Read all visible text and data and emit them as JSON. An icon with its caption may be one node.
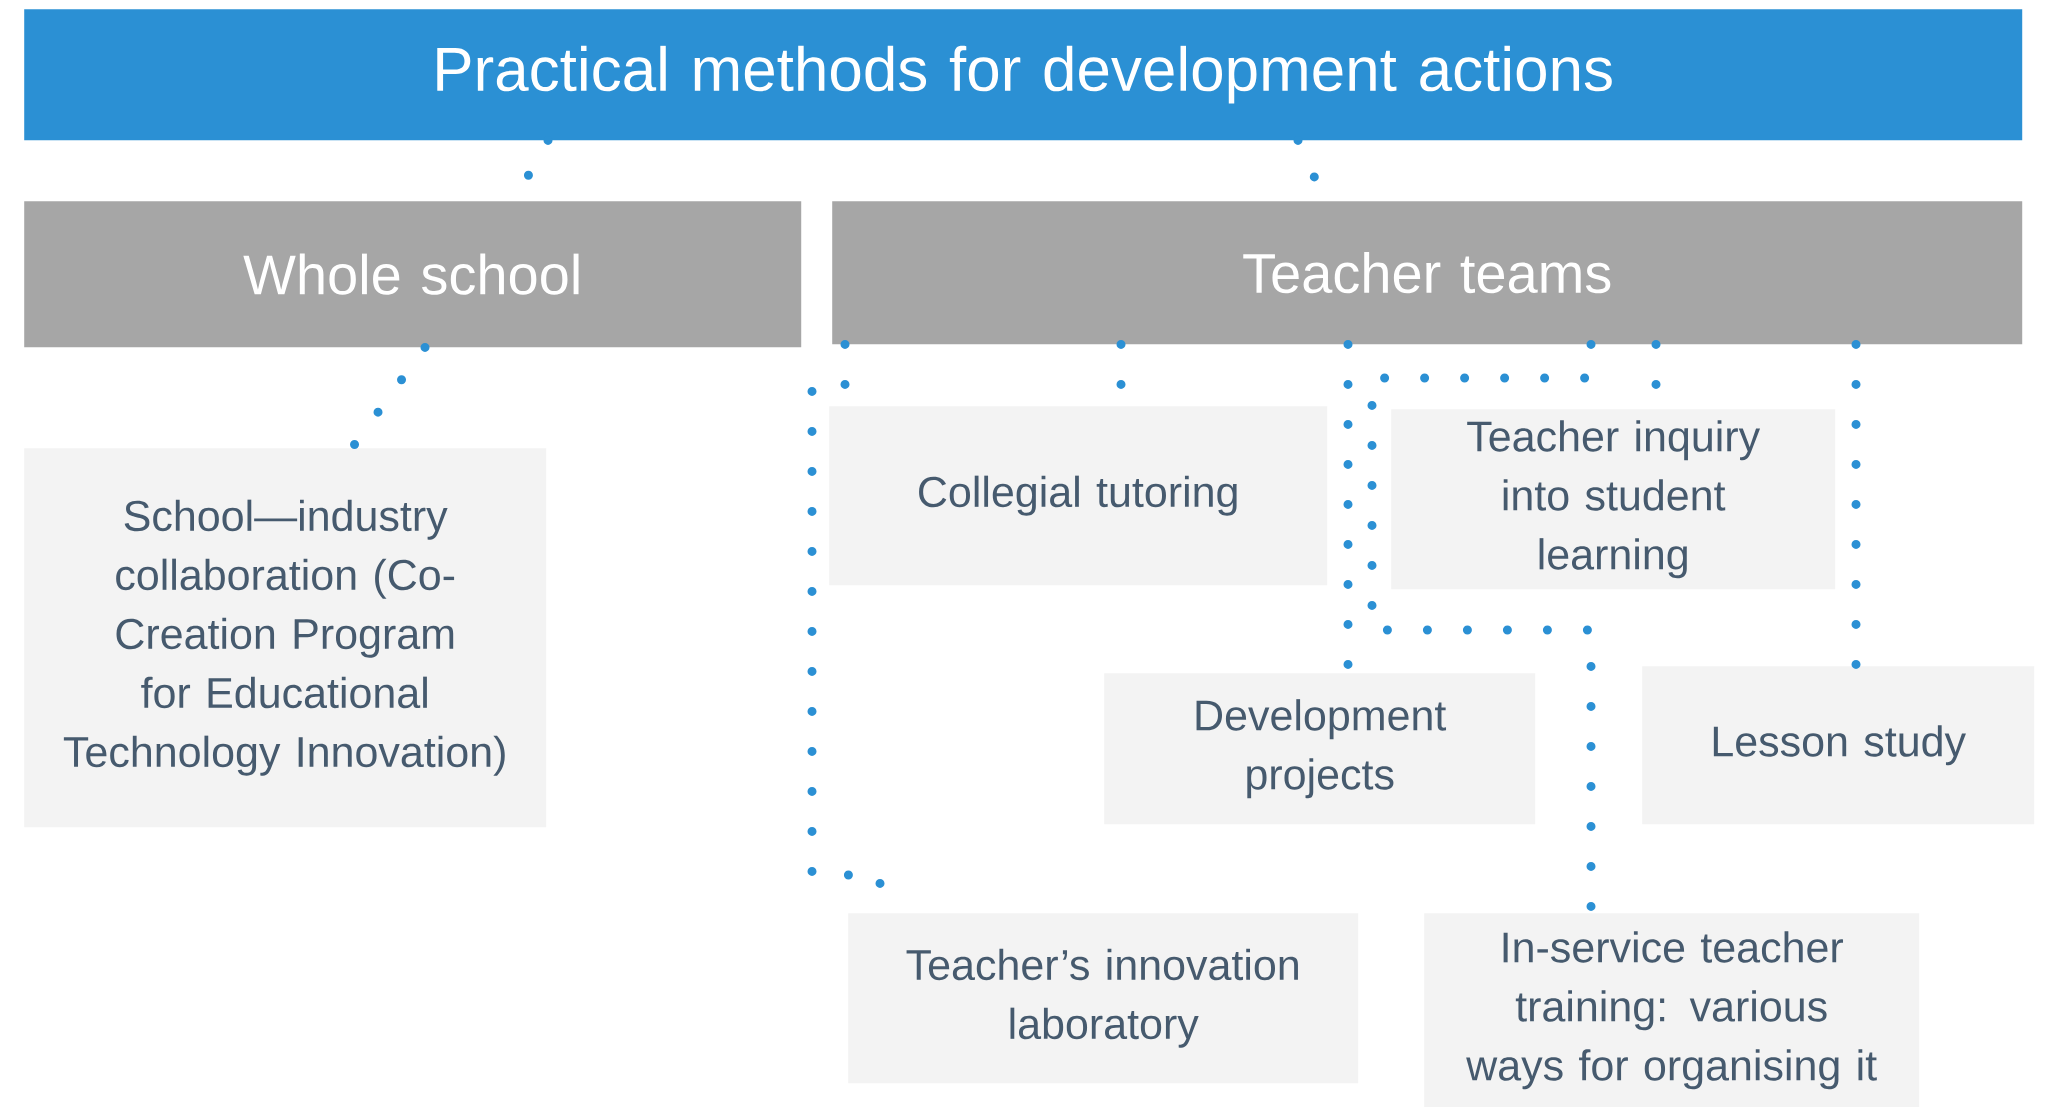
{
  "diagram": {
    "nodes": [
      {
        "text": [
          "Practical methods for development actions"
        ]
      },
      {
        "text": [
          "Whole school"
        ]
      },
      {
        "text": [
          "Teacher teams"
        ]
      },
      {
        "text": [
          "School—industry collaboration (Co-Creation Program for Educational Technology Innovation)"
        ]
      },
      {
        "text": [
          "Collegial tutoring"
        ]
      },
      {
        "text": [
          "Teacher inquiry into student learning"
        ]
      },
      {
        "text": [
          "Development projects"
        ]
      },
      {
        "text": [
          "Lesson study"
        ]
      },
      {
        "text": [
          "Teacher’s innovation laboratory"
        ]
      },
      {
        "text": [
          "In-service teacher training: various ways for organising it"
        ]
      }
    ],
    "edges": [
      {
        "from": 0,
        "to": 1,
        "arrow": "none"
      },
      {
        "from": 0,
        "to": 2,
        "arrow": "none"
      },
      {
        "from": 1,
        "to": 3,
        "arrow": "none"
      },
      {
        "from": 2,
        "to": 4,
        "arrow": "none"
      },
      {
        "from": 2,
        "to": 8,
        "arrow": "none"
      },
      {
        "from": 2,
        "to": 6,
        "arrow": "none"
      },
      {
        "from": 2,
        "to": 5,
        "arrow": "none"
      },
      {
        "from": 2,
        "to": 9,
        "arrow": "none"
      },
      {
        "from": 2,
        "to": 7,
        "arrow": "none"
      }
    ]
  }
}
